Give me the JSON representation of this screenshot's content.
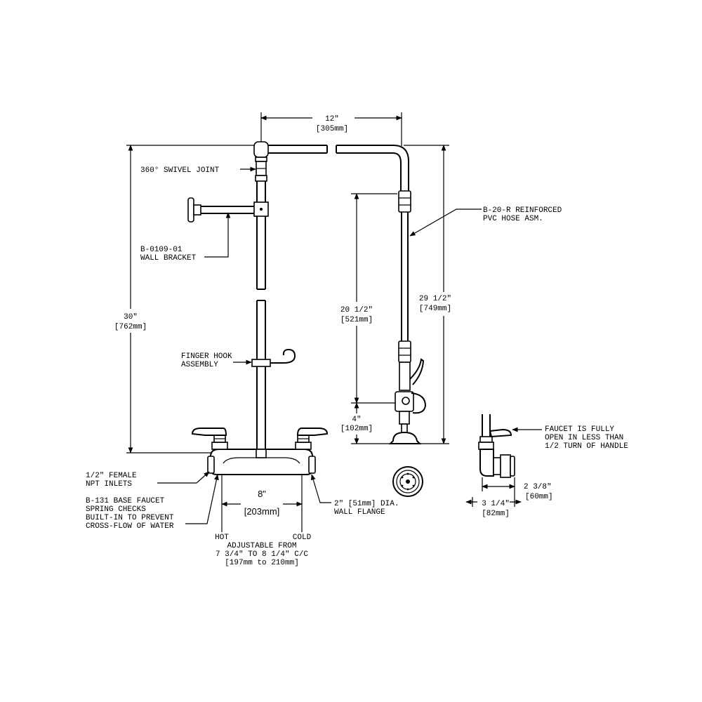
{
  "dims": {
    "w12": "12\"",
    "w12_mm": "[305mm]",
    "h30": "30\"",
    "h30_mm": "[762mm]",
    "h20": "20 1/2\"",
    "h20_mm": "[521mm]",
    "h29": "29 1/2\"",
    "h29_mm": "[749mm]",
    "h4": "4\"",
    "h4_mm": "[102mm]",
    "w8": "8\"",
    "w8_mm": "[203mm]",
    "d238": "2 3/8\"",
    "d238_mm": "[60mm]",
    "d314": "3 1/4\"",
    "d314_mm": "[82mm]"
  },
  "labels": {
    "swivel": "360° SWIVEL JOINT",
    "bracket": [
      "B-0109-01",
      "WALL BRACKET"
    ],
    "hook": [
      "FINGER HOOK",
      "ASSEMBLY"
    ],
    "hose": [
      "B-20-R REINFORCED",
      "PVC HOSE ASM."
    ],
    "faucet_open": [
      "FAUCET IS FULLY",
      "OPEN IN LESS THAN",
      "1/2 TURN OF HANDLE"
    ],
    "npt": [
      "1/2\" FEMALE",
      "NPT INLETS"
    ],
    "base": [
      "B-131 BASE FAUCET",
      "SPRING CHECKS",
      "BUILT-IN TO PREVENT",
      "CROSS-FLOW OF WATER"
    ],
    "flange": [
      "2\" [51mm] DIA.",
      "WALL FLANGE"
    ],
    "hot": "HOT",
    "cold": "COLD",
    "adjustable": [
      "ADJUSTABLE FROM",
      "7 3/4\" TO 8 1/4\" C/C",
      "[197mm to 210mm]"
    ]
  }
}
